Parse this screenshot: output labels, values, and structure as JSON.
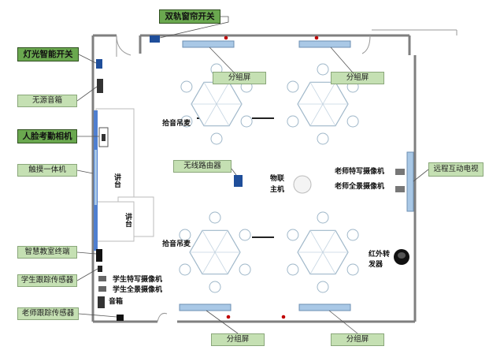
{
  "labels": {
    "curtain_switch": "双轨窗帘开关",
    "light_switch": "灯光智能开关",
    "passive_speaker": "无源音箱",
    "face_camera": "人脸考勤相机",
    "touch_panel": "触摸一体机",
    "wireless_router": "无线路由器",
    "smart_terminal": "智慧教室终端",
    "student_tracking_sensor": "学生跟踪传感器",
    "teacher_tracking_sensor": "老师跟踪传感器",
    "remote_tv": "远程互动电视",
    "group_screen": "分组屏"
  },
  "texts": {
    "pickup_mic_top": "拾音吊麦",
    "pickup_mic_bottom": "拾音吊麦",
    "iot_host_line1": "物联",
    "iot_host_line2": "主机",
    "teacher_closeup_cam": "老师特写摄像机",
    "teacher_panorama_cam": "老师全景摄像机",
    "ir_transmitter_line1": "红外转",
    "ir_transmitter_line2": "发器",
    "student_closeup_cam": "学生特写摄像机",
    "student_panorama_cam": "学生全景摄像机",
    "speaker": "音箱",
    "podium_vertical_1": "讲台",
    "podium_vertical_2": "讲台"
  },
  "colors": {
    "label_fill": "#c5e0b3",
    "label_border": "#8aa77a",
    "highlight_fill": "#6aa84f",
    "wall": "#7f7f7f",
    "screen_blue": "#a9c8e6",
    "device_blue": "#1f4e9a",
    "led_red": "#c00000",
    "table_outline": "#9fb7c9"
  }
}
